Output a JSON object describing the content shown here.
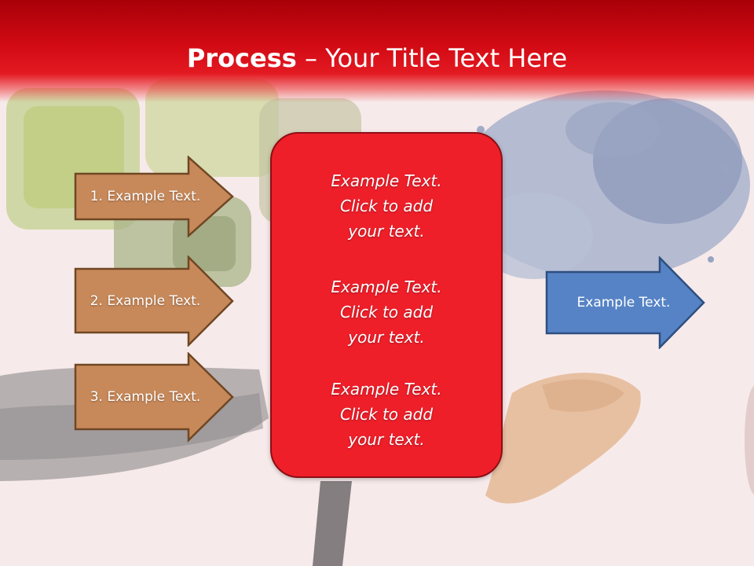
{
  "title": {
    "bold": "Process",
    "rest": " – Your Title Text Here"
  },
  "steps": [
    {
      "label": "1. Example Text."
    },
    {
      "label": "2. Example Text."
    },
    {
      "label": "3. Example Text."
    }
  ],
  "center": [
    {
      "line1": "Example Text.",
      "line2": "Click  to add",
      "line3": "your text."
    },
    {
      "line1": "Example Text.",
      "line2": "Click  to add",
      "line3": "your text."
    },
    {
      "line1": "Example Text.",
      "line2": "Click  to add",
      "line3": "your text."
    }
  ],
  "output": {
    "label": "Example Text."
  },
  "colors": {
    "header": "#d20a14",
    "step_arrow": "#c8895a",
    "center_box": "#ef1f2a",
    "output_arrow": "#5683c5"
  }
}
